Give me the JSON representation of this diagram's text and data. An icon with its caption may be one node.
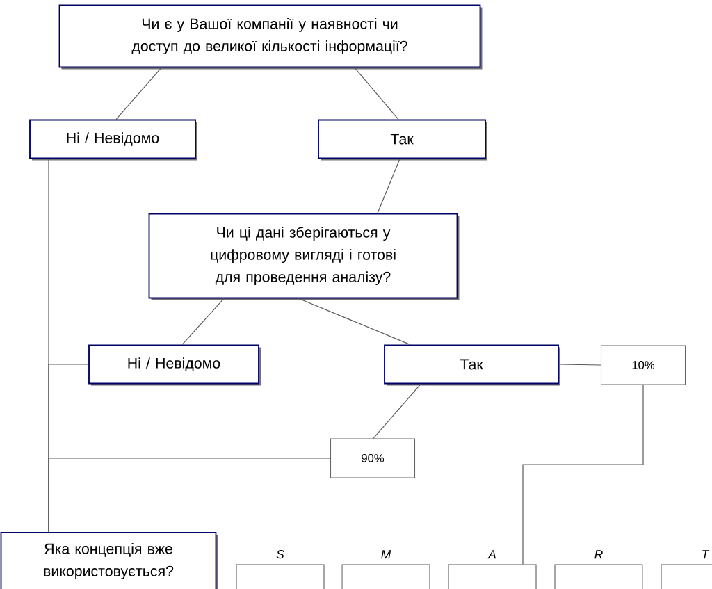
{
  "diagram": {
    "nodes": [
      {
        "text": [
          "Чи є у Вашої компанії у наявності чи доступ до великої кількості інформації?"
        ]
      },
      {
        "text": [
          "Ні / Невідомо"
        ]
      },
      {
        "text": [
          "Так"
        ]
      },
      {
        "text": [
          "Чи ці дані зберігаються у цифровому вигляді і готові для проведення аналізу?"
        ]
      },
      {
        "text": [
          "Ні / Невідомо"
        ]
      },
      {
        "text": [
          "Так"
        ]
      },
      {
        "text": [
          "10%"
        ]
      },
      {
        "text": [
          "90%"
        ]
      },
      {
        "text": [
          "Яка концепція вже використовується?"
        ]
      },
      {
        "text": [
          "S"
        ]
      },
      {
        "text": [
          "M"
        ]
      },
      {
        "text": [
          "A"
        ]
      },
      {
        "text": [
          "R"
        ]
      },
      {
        "text": [
          "T"
        ]
      }
    ],
    "edges": [
      {
        "from": 0,
        "to": 1,
        "arrow": "none"
      },
      {
        "from": 0,
        "to": 2,
        "arrow": "none"
      },
      {
        "from": 2,
        "to": 3,
        "arrow": "none"
      },
      {
        "from": 3,
        "to": 4,
        "arrow": "none"
      },
      {
        "from": 3,
        "to": 5,
        "arrow": "none"
      },
      {
        "from": 5,
        "to": 6,
        "arrow": "none"
      },
      {
        "from": 5,
        "to": 7,
        "arrow": "none"
      },
      {
        "from": 1,
        "to": 8,
        "arrow": "none"
      },
      {
        "from": 4,
        "to": 8,
        "arrow": "none"
      },
      {
        "from": 7,
        "to": 8,
        "arrow": "none"
      },
      {
        "from": 6,
        "to": 11,
        "arrow": "none"
      }
    ]
  }
}
